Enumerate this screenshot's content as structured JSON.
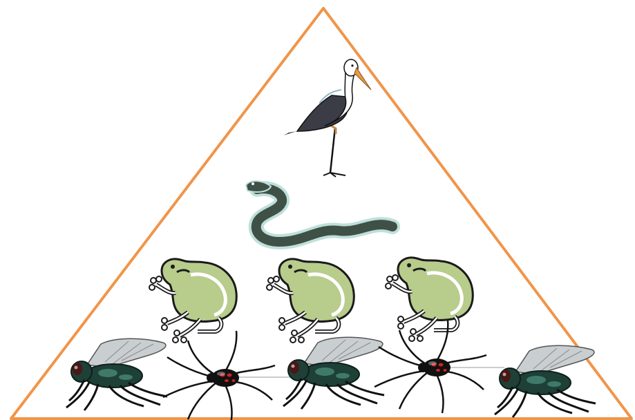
{
  "diagram": {
    "type": "food-pyramid",
    "frame_color": "#F0954A",
    "levels": [
      {
        "organism": "stork",
        "count": 1,
        "icon": "stork-icon"
      },
      {
        "organism": "snake",
        "count": 1,
        "icon": "snake-icon"
      },
      {
        "organism": "frog",
        "count": 3,
        "icon": "frog-icon"
      },
      {
        "organism": "fly",
        "count": 3,
        "icon": "fly-icon"
      },
      {
        "organism": "spider",
        "count": 2,
        "icon": "spider-icon"
      }
    ],
    "colors": {
      "frog_fill": "#B8CC8C",
      "snake_fill": "#3F5147",
      "snake_glow": "#BFE0DA",
      "fly_body": "#1E4036",
      "fly_wing": "#C9CED1",
      "spider_body": "#111111",
      "spider_mark": "#D42020",
      "stork_wing": "#3C3C46",
      "stork_beak": "#E89A40"
    }
  }
}
